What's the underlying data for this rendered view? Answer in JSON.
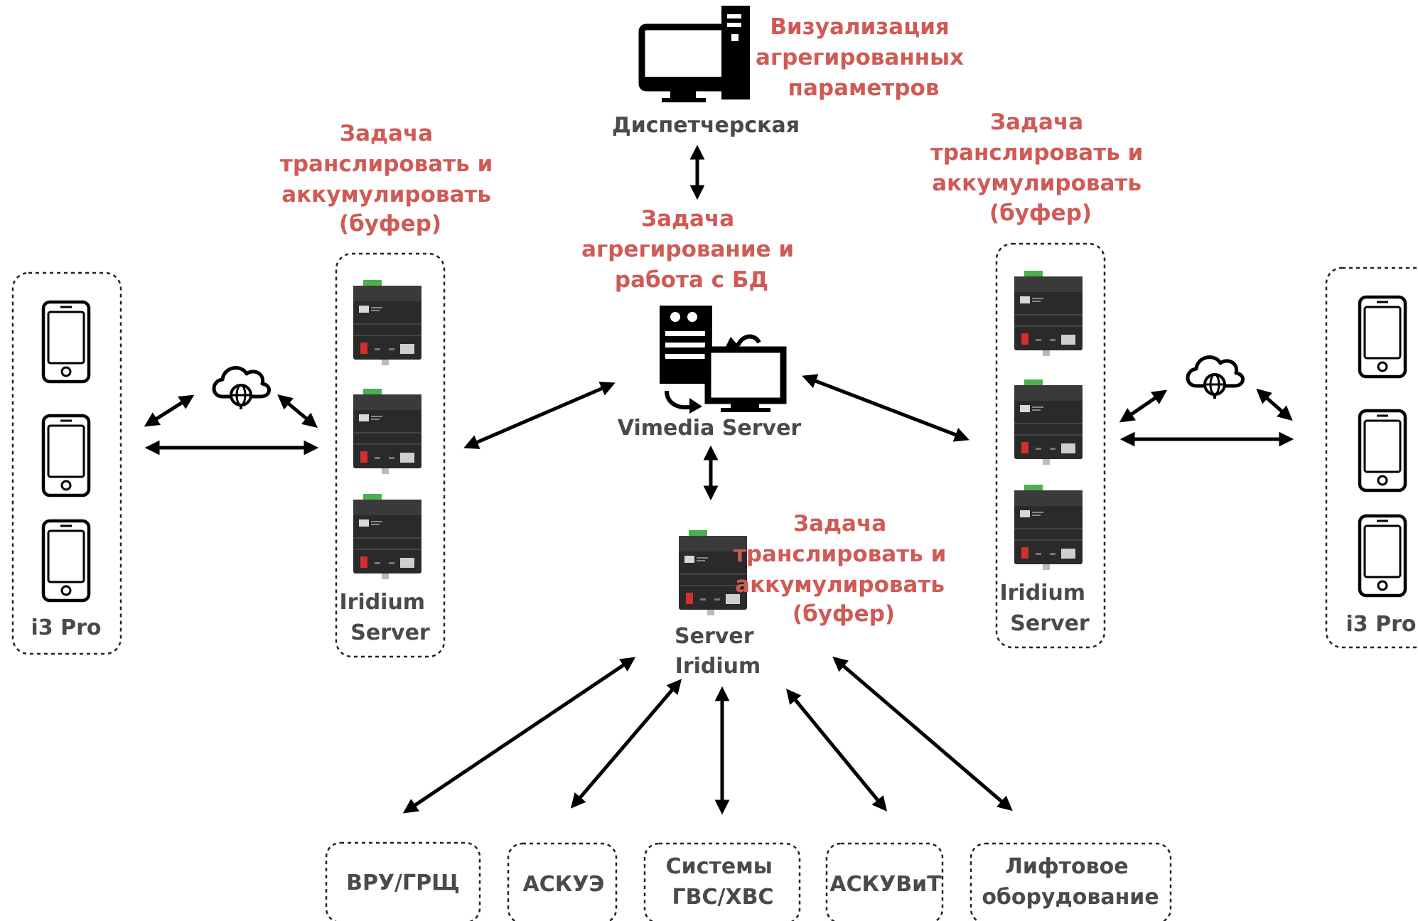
{
  "dispatch": {
    "visualization": [
      "Визуализация",
      "агрегированных",
      "параметров"
    ],
    "label": "Диспетчерская"
  },
  "vimedia": {
    "task": [
      "Задача",
      "агрегирование и",
      "работа с БД"
    ],
    "label": "Vimedia Server"
  },
  "left_server": {
    "task": [
      "Задача",
      "транслировать и",
      "аккумулировать",
      "(буфер)"
    ],
    "label": [
      "Iridium",
      "Server"
    ]
  },
  "right_server": {
    "task": [
      "Задача",
      "транслировать и",
      "аккумулировать",
      "(буфер)"
    ],
    "label": [
      "Iridium",
      "Server"
    ]
  },
  "center_server": {
    "task": [
      "Задача",
      "транслировать и",
      "аккумулировать",
      "(буфер)"
    ],
    "label": [
      "Server",
      "Iridium"
    ]
  },
  "clients": {
    "left": "i3 Pro",
    "right": "i3 Pro"
  },
  "subsystems": [
    {
      "lines": [
        "ВРУ/ГРЩ"
      ]
    },
    {
      "lines": [
        "АСКУЭ"
      ]
    },
    {
      "lines": [
        "Системы",
        "ГВС/ХВС"
      ]
    },
    {
      "lines": [
        "АСКУВиТ"
      ]
    },
    {
      "lines": [
        "Лифтовое",
        "оборудование"
      ]
    }
  ],
  "colors": {
    "accent": "#cf5a56",
    "text": "#4a4a4a",
    "lines": "#000000"
  }
}
